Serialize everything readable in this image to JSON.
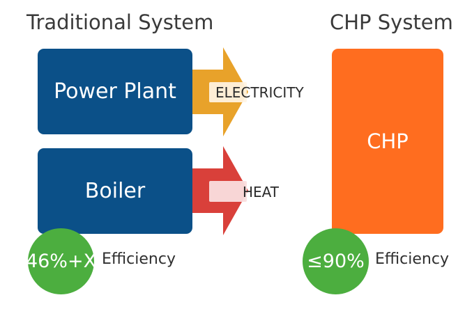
{
  "traditional": {
    "title": "Traditional System",
    "power_plant_label": "Power Plant",
    "boiler_label": "Boiler",
    "electricity_label": "ELECTRICITY",
    "heat_label": "HEAT",
    "efficiency_value": "46%+X",
    "efficiency_label": "Efficiency"
  },
  "chp": {
    "title": "CHP System",
    "box_label": "CHP",
    "efficiency_value": "≤90%",
    "efficiency_label": "Efficiency"
  },
  "colors": {
    "box_blue": "#0b5088",
    "chp_orange": "#ff6d1f",
    "electricity_arrow": "#e8a22a",
    "heat_arrow": "#d9403a",
    "badge_green": "#4cae3f"
  }
}
